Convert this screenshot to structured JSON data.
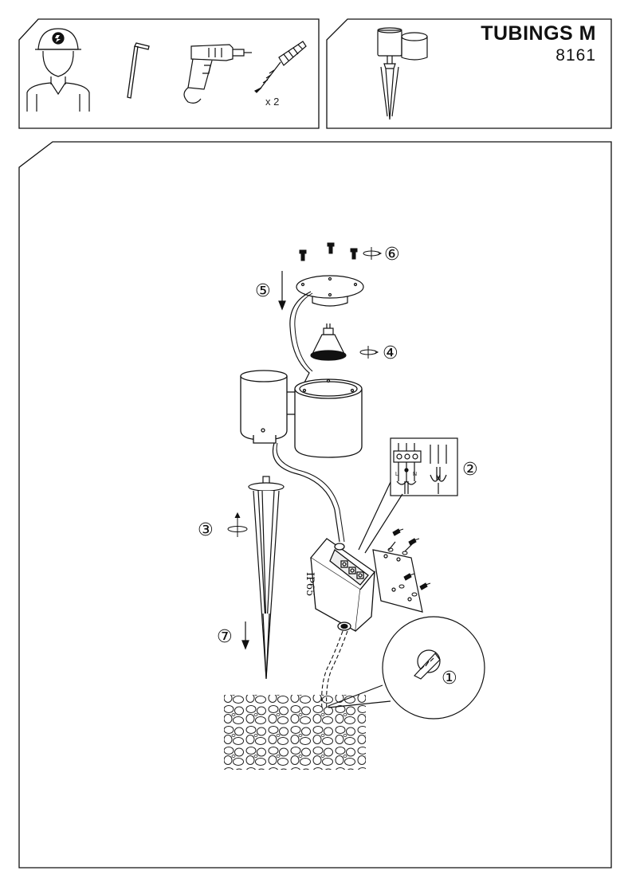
{
  "product": {
    "name": "TUBINGS M",
    "code": "8161"
  },
  "tools": {
    "quantity_label": "x 2"
  },
  "steps": [
    "①",
    "②",
    "③",
    "④",
    "⑤",
    "⑥",
    "⑦"
  ],
  "junction_box": {
    "rating": "IP65",
    "terminals": [
      "L",
      "N"
    ]
  }
}
